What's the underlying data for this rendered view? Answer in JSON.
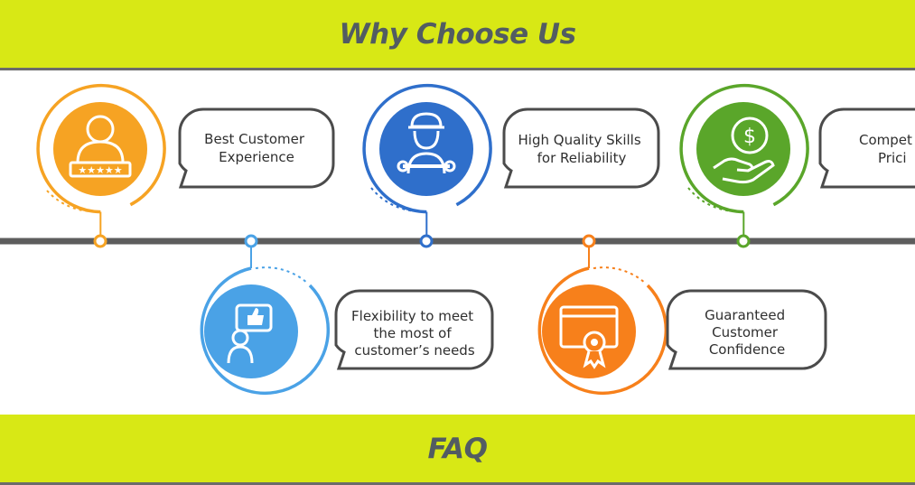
{
  "header": {
    "title": "Why Choose Us"
  },
  "footer": {
    "title": "FAQ"
  },
  "colors": {
    "band": "#d8e815",
    "line": "#5d5d5d",
    "orange": "#f6a323",
    "blue": "#2f6fcb",
    "green": "#5aa62a",
    "light_blue": "#4aa2e6",
    "deep_orange": "#f7801b"
  },
  "features": [
    {
      "id": "best-customer-experience",
      "icon": "customer-rating-icon",
      "color": "orange",
      "lines": [
        "Best Customer",
        "Experience"
      ]
    },
    {
      "id": "flexibility",
      "icon": "thumbs-up-user-icon",
      "color": "light_blue",
      "lines": [
        "Flexibility to meet",
        "the most of",
        "customer’s needs"
      ]
    },
    {
      "id": "high-quality-skills",
      "icon": "worker-wrench-icon",
      "color": "blue",
      "lines": [
        "High Quality Skills",
        "for Reliability"
      ]
    },
    {
      "id": "guaranteed-confidence",
      "icon": "certificate-badge-icon",
      "color": "deep_orange",
      "lines": [
        "Guaranteed",
        "Customer",
        "Confidence"
      ]
    },
    {
      "id": "competitive-pricing",
      "icon": "money-hand-icon",
      "color": "green",
      "lines": [
        "Compet",
        "Prici"
      ]
    }
  ]
}
